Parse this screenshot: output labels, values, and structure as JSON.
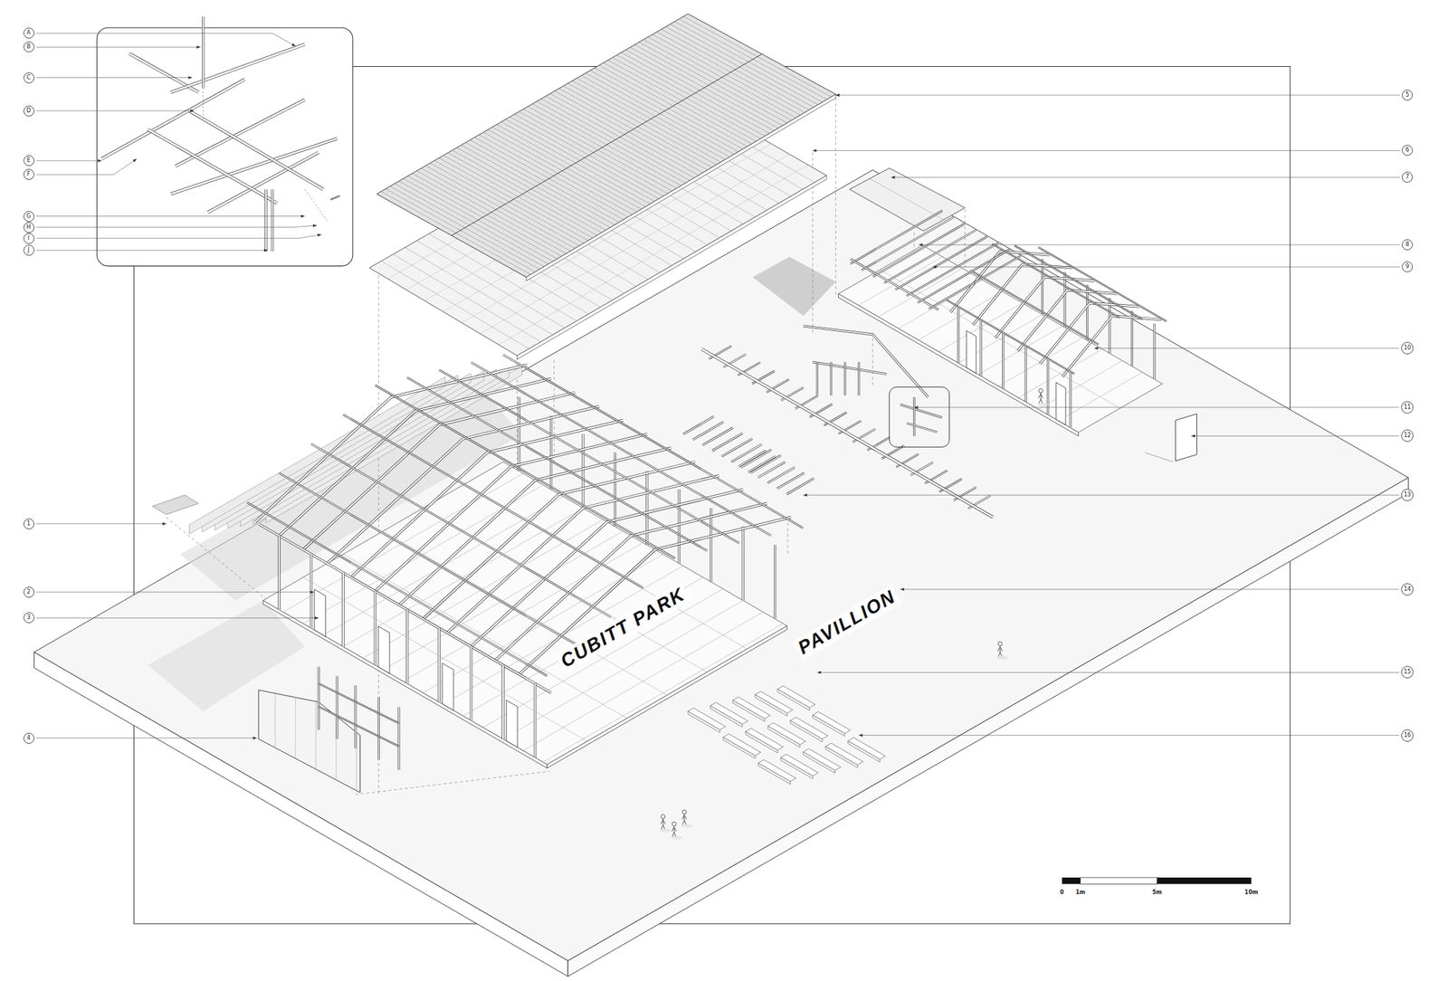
{
  "diagram": {
    "nodes": [
      {
        "text": [
          "A"
        ]
      },
      {
        "text": [
          "B"
        ]
      },
      {
        "text": [
          "C"
        ]
      },
      {
        "text": [
          "D"
        ]
      },
      {
        "text": [
          "E"
        ]
      },
      {
        "text": [
          "F"
        ]
      },
      {
        "text": [
          "G"
        ]
      },
      {
        "text": [
          "H"
        ]
      },
      {
        "text": [
          "I"
        ]
      },
      {
        "text": [
          "J"
        ]
      },
      {
        "text": [
          "1"
        ]
      },
      {
        "text": [
          "2"
        ]
      },
      {
        "text": [
          "3"
        ]
      },
      {
        "text": [
          "4"
        ]
      },
      {
        "text": [
          "5"
        ]
      },
      {
        "text": [
          "6"
        ]
      },
      {
        "text": [
          "7"
        ]
      },
      {
        "text": [
          "8"
        ]
      },
      {
        "text": [
          "9"
        ]
      },
      {
        "text": [
          "10"
        ]
      },
      {
        "text": [
          "11"
        ]
      },
      {
        "text": [
          "12"
        ]
      },
      {
        "text": [
          "13"
        ]
      },
      {
        "text": [
          "14"
        ]
      },
      {
        "text": [
          "15"
        ]
      },
      {
        "text": [
          "16"
        ]
      }
    ],
    "labels": [
      "CUBITT PARK",
      "PAVILLION",
      "0",
      "1m",
      "5m",
      "10m"
    ]
  }
}
